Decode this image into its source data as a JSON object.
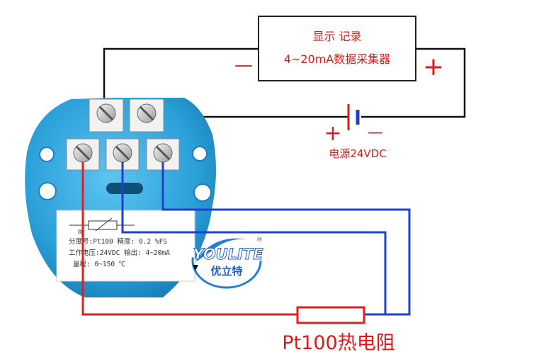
{
  "recorder": {
    "line1": "显示 记录",
    "line2": "4~20mA数据采集器",
    "minus": "—",
    "plus": "+"
  },
  "power": {
    "label": "电源24VDC",
    "plus": "+",
    "minus": "—"
  },
  "transmitter": {
    "rt_label": "Rt",
    "spec_row1": "分度号:Pt100 精度: 0.2 %FS",
    "spec_row2": "工作电压:24VDC 输出: 4~20mA",
    "spec_row3": "量程: 0~150 ℃"
  },
  "logo": {
    "brand": "YOULITE",
    "cn": "优立特",
    "registered": "®"
  },
  "sensor": {
    "label": "Pt100热电阻"
  },
  "colors": {
    "red_wire": "#e02020",
    "blue_wire": "#1f3fd0",
    "black_wire": "#111111",
    "housing": "#2a9fd8",
    "label_red": "#e01818"
  }
}
